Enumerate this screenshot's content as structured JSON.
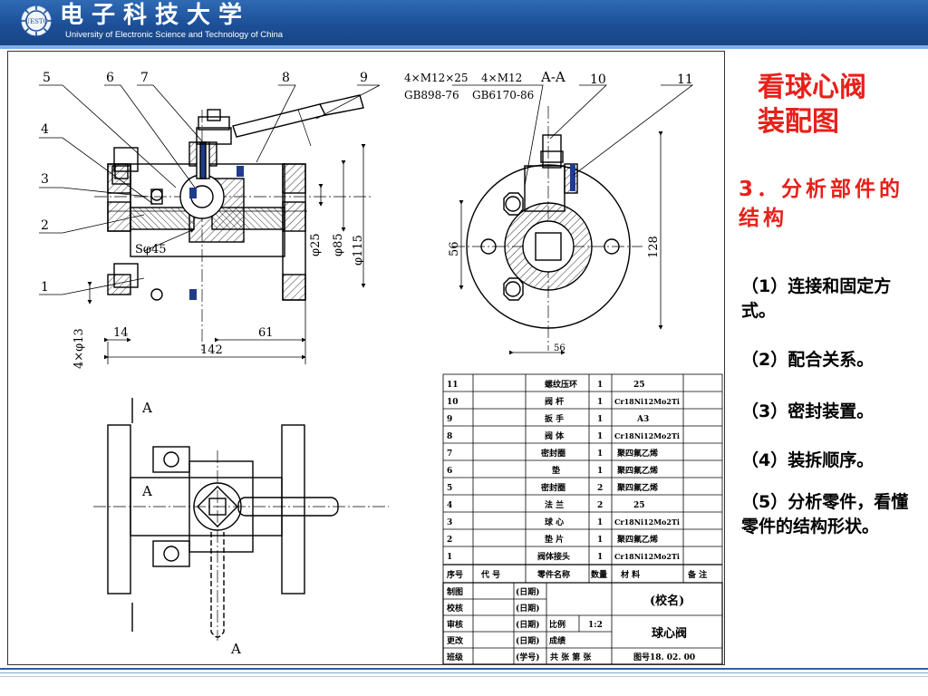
{
  "header": {
    "university_cn": "电子科技大学",
    "university_en": "University of Electronic Science and Technology of China",
    "logo_text": "UESTC"
  },
  "slide": {
    "title_line1": "看球心阀",
    "title_line2": "装配图",
    "section_heading": "3．分析部件的结构",
    "bullets": [
      "（1）连接和固定方式。",
      "（2）配合关系。",
      "（3）密封装置。",
      "（4）装拆顺序。",
      "（5）分析零件，看懂零件的结构形状。"
    ]
  },
  "drawing": {
    "part_callouts": [
      "1",
      "2",
      "3",
      "4",
      "5",
      "6",
      "7",
      "8",
      "9",
      "10",
      "11"
    ],
    "note_bolt_1": "4×M12×25",
    "note_bolt_2": "4×M12",
    "note_std_1": "GB898-76",
    "note_std_2": "GB6170-86",
    "section_label": "A-A",
    "view_marker": "A",
    "dimensions": {
      "sphere": "Sφ45",
      "d25": "φ25",
      "d85": "φ85",
      "d115": "φ115",
      "holes": "4×φ13",
      "d14": "14",
      "d61": "61",
      "d142": "142",
      "d56_left": "56",
      "d128": "128",
      "d56_bottom": "56"
    }
  },
  "parts_table": {
    "headers": [
      "序号",
      "代  号",
      "零件名称",
      "数量",
      "材    料",
      "备 注"
    ],
    "rows": [
      {
        "no": "11",
        "code": "",
        "name": "螺纹压环",
        "qty": "1",
        "material": "25",
        "note": ""
      },
      {
        "no": "10",
        "code": "",
        "name": "阀  杆",
        "qty": "1",
        "material": "Cr18Ni12Mo2Ti",
        "note": ""
      },
      {
        "no": "9",
        "code": "",
        "name": "扳  手",
        "qty": "1",
        "material": "A3",
        "note": ""
      },
      {
        "no": "8",
        "code": "",
        "name": "阀  体",
        "qty": "1",
        "material": "Cr18Ni12Mo2Ti",
        "note": ""
      },
      {
        "no": "7",
        "code": "",
        "name": "密封圈",
        "qty": "1",
        "material": "聚四氟乙烯",
        "note": ""
      },
      {
        "no": "6",
        "code": "",
        "name": "垫",
        "qty": "1",
        "material": "聚四氟乙烯",
        "note": ""
      },
      {
        "no": "5",
        "code": "",
        "name": "密封圈",
        "qty": "2",
        "material": "聚四氟乙烯",
        "note": ""
      },
      {
        "no": "4",
        "code": "",
        "name": "法  兰",
        "qty": "2",
        "material": "25",
        "note": ""
      },
      {
        "no": "3",
        "code": "",
        "name": "球  心",
        "qty": "1",
        "material": "Cr18Ni12Mo2Ti",
        "note": ""
      },
      {
        "no": "2",
        "code": "",
        "name": "垫  片",
        "qty": "1",
        "material": "聚四氟乙烯",
        "note": ""
      },
      {
        "no": "1",
        "code": "",
        "name": "阀体接头",
        "qty": "1",
        "material": "Cr18Ni12Mo2Ti",
        "note": ""
      }
    ]
  },
  "title_block": {
    "rows": [
      {
        "role": "制图",
        "tag": "(日期)"
      },
      {
        "role": "校核",
        "tag": "(日期)"
      },
      {
        "role": "审核",
        "tag": "(日期)"
      },
      {
        "role": "更改",
        "tag": "(日期)"
      },
      {
        "role": "班级",
        "tag": "(学号)"
      }
    ],
    "school": "(校名)",
    "scale_label": "比例",
    "scale_value": "1:2",
    "grade_label": "成绩",
    "sheets_text": "共  张  第  张",
    "drawing_name": "球心阀",
    "drawing_no": "图号18. 02. 00"
  },
  "colors": {
    "header_blue": "#1c4f98",
    "title_red": "#e8201a",
    "line": "#000000"
  }
}
